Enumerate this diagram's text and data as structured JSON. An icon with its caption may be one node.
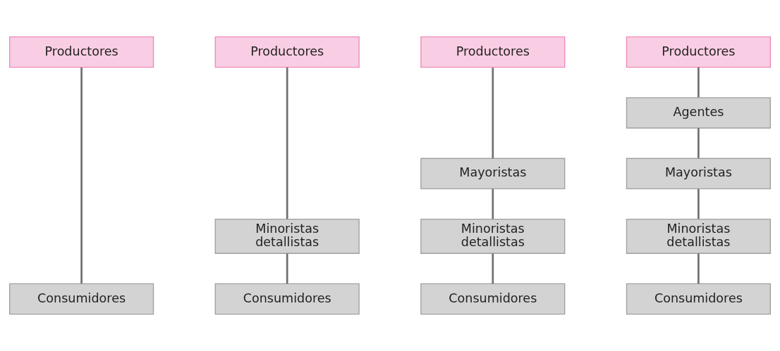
{
  "diagram": {
    "nodes": [
      {
        "text": [
          "Productores"
        ]
      },
      {
        "text": [
          "Consumidores"
        ]
      },
      {
        "text": [
          "Productores"
        ]
      },
      {
        "text": [
          "Minoristas detallistas"
        ]
      },
      {
        "text": [
          "Consumidores"
        ]
      },
      {
        "text": [
          "Productores"
        ]
      },
      {
        "text": [
          "Mayoristas"
        ]
      },
      {
        "text": [
          "Minoristas detallistas"
        ]
      },
      {
        "text": [
          "Consumidores"
        ]
      },
      {
        "text": [
          "Productores"
        ]
      },
      {
        "text": [
          "Agentes"
        ]
      },
      {
        "text": [
          "Mayoristas"
        ]
      },
      {
        "text": [
          "Minoristas detallistas"
        ]
      },
      {
        "text": [
          "Consumidores"
        ]
      }
    ],
    "edges": [
      {
        "from": 0,
        "to": 1,
        "arrow": "none"
      },
      {
        "from": 2,
        "to": 3,
        "arrow": "none"
      },
      {
        "from": 3,
        "to": 4,
        "arrow": "none"
      },
      {
        "from": 5,
        "to": 6,
        "arrow": "none"
      },
      {
        "from": 6,
        "to": 7,
        "arrow": "none"
      },
      {
        "from": 7,
        "to": 8,
        "arrow": "none"
      },
      {
        "from": 9,
        "to": 10,
        "arrow": "none"
      },
      {
        "from": 10,
        "to": 11,
        "arrow": "none"
      },
      {
        "from": 11,
        "to": 12,
        "arrow": "none"
      },
      {
        "from": 12,
        "to": 13,
        "arrow": "none"
      }
    ]
  }
}
